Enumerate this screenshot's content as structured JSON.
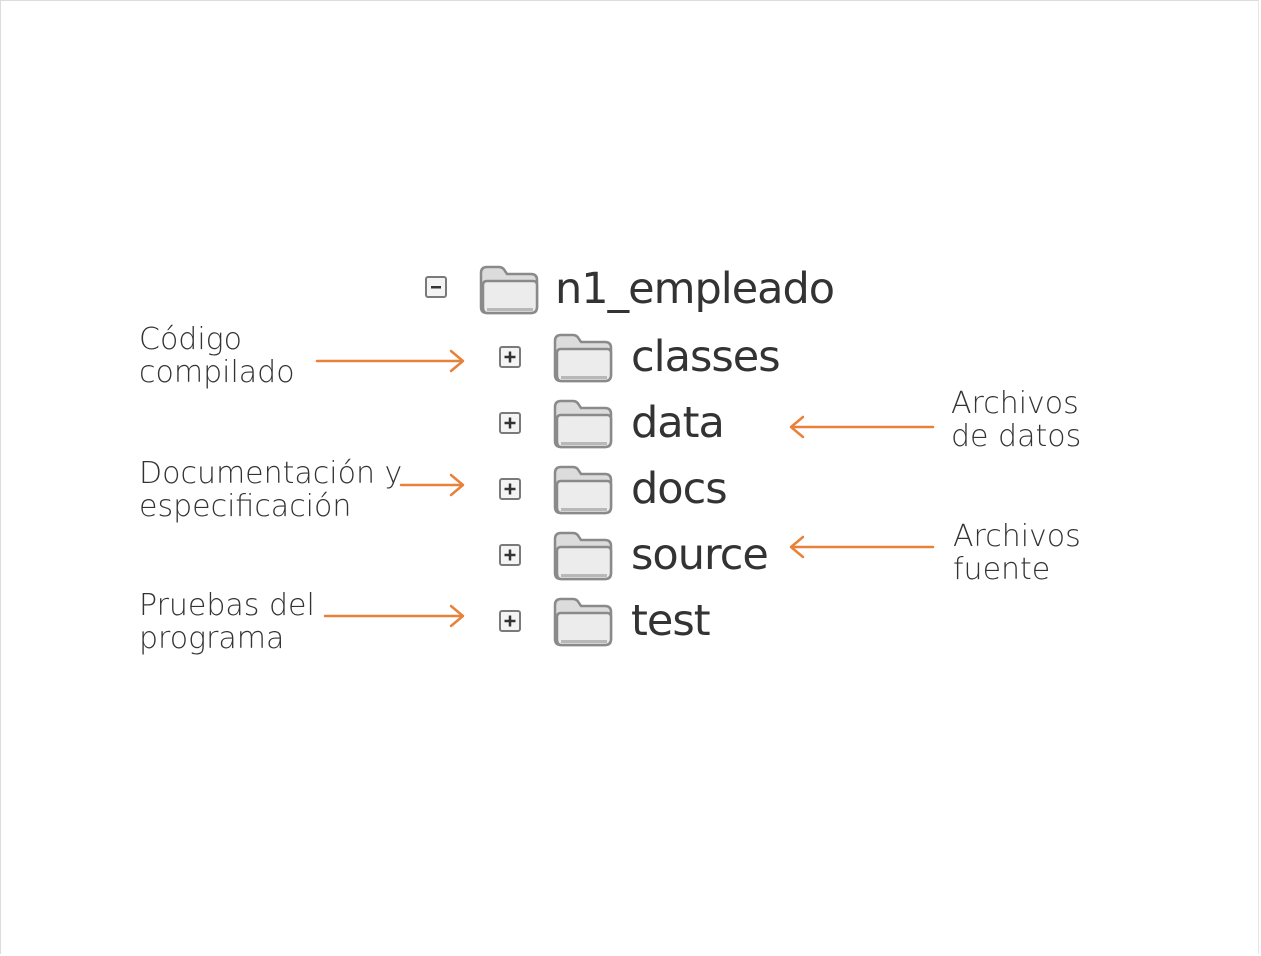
{
  "tree": {
    "root": {
      "label": "n1_empleado",
      "state": "expanded",
      "toggle_icon": "minus-box-icon",
      "folder_icon": "folder-icon"
    },
    "children": [
      {
        "label": "classes",
        "state": "collapsed",
        "toggle_icon": "plus-box-icon",
        "folder_icon": "folder-icon"
      },
      {
        "label": "data",
        "state": "collapsed",
        "toggle_icon": "plus-box-icon",
        "folder_icon": "folder-icon"
      },
      {
        "label": "docs",
        "state": "collapsed",
        "toggle_icon": "plus-box-icon",
        "folder_icon": "folder-icon"
      },
      {
        "label": "source",
        "state": "collapsed",
        "toggle_icon": "plus-box-icon",
        "folder_icon": "folder-icon"
      },
      {
        "label": "test",
        "state": "collapsed",
        "toggle_icon": "plus-box-icon",
        "folder_icon": "folder-icon"
      }
    ]
  },
  "annotations": {
    "classes": {
      "lines": [
        "Código",
        "compilado"
      ],
      "side": "left"
    },
    "data": {
      "lines": [
        "Archivos",
        "de datos"
      ],
      "side": "right"
    },
    "docs": {
      "lines": [
        "Documentación y",
        "especificación"
      ],
      "side": "left"
    },
    "source": {
      "lines": [
        "Archivos",
        "fuente"
      ],
      "side": "right"
    },
    "test": {
      "lines": [
        "Pruebas del",
        "programa"
      ],
      "side": "left"
    }
  },
  "colors": {
    "arrow": "#e8813a",
    "text": "#333333",
    "folder_fill": "#e9e9e9",
    "folder_stroke": "#8a8a8a",
    "background": "#ffffff"
  }
}
